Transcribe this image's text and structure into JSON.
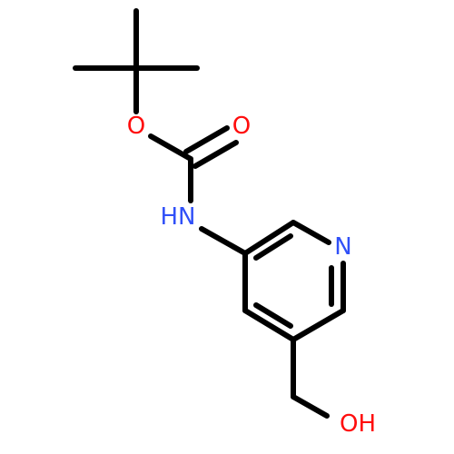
{
  "colors": {
    "bond": "#000000",
    "oxygen": "#ff0d0d",
    "nitrogen": "#3050f8",
    "background": "#ffffff"
  },
  "atoms": {
    "ester_oxygen": {
      "text": "O",
      "element": "oxygen"
    },
    "carbonyl_oxygen": {
      "text": "O",
      "element": "oxygen"
    },
    "amide_nitrogen": {
      "text": "HN",
      "element": "nitrogen"
    },
    "ring_nitrogen": {
      "text": "N",
      "element": "nitrogen"
    },
    "hydroxyl_group": {
      "text": "OH",
      "element": "oxygen"
    }
  }
}
